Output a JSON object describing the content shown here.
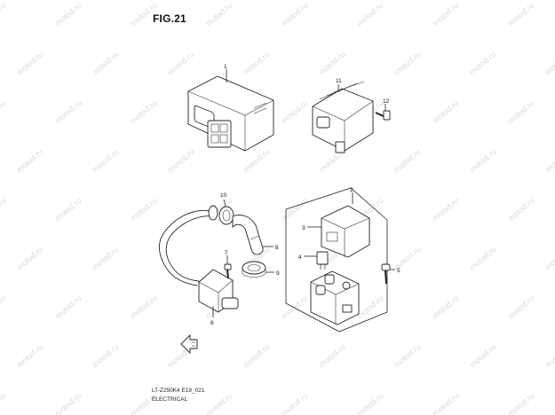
{
  "figure": {
    "title": "FIG.21",
    "footer_code": "LT-Z250K4 E19_021",
    "footer_section": "ELECTRICAL"
  },
  "watermark": {
    "text": "motod.ru"
  },
  "callouts": {
    "c1": "1",
    "c2": "2",
    "c3": "3",
    "c4": "4",
    "c5": "5",
    "c6": "6",
    "c7": "7",
    "c8": "8",
    "c9": "9",
    "c10": "10",
    "c11": "11",
    "c12": "12"
  },
  "colors": {
    "line": "#222222",
    "watermark": "#d9d9d9",
    "background": "#ffffff"
  },
  "icons": {
    "front_arrow": "front-direction-arrow-icon"
  }
}
